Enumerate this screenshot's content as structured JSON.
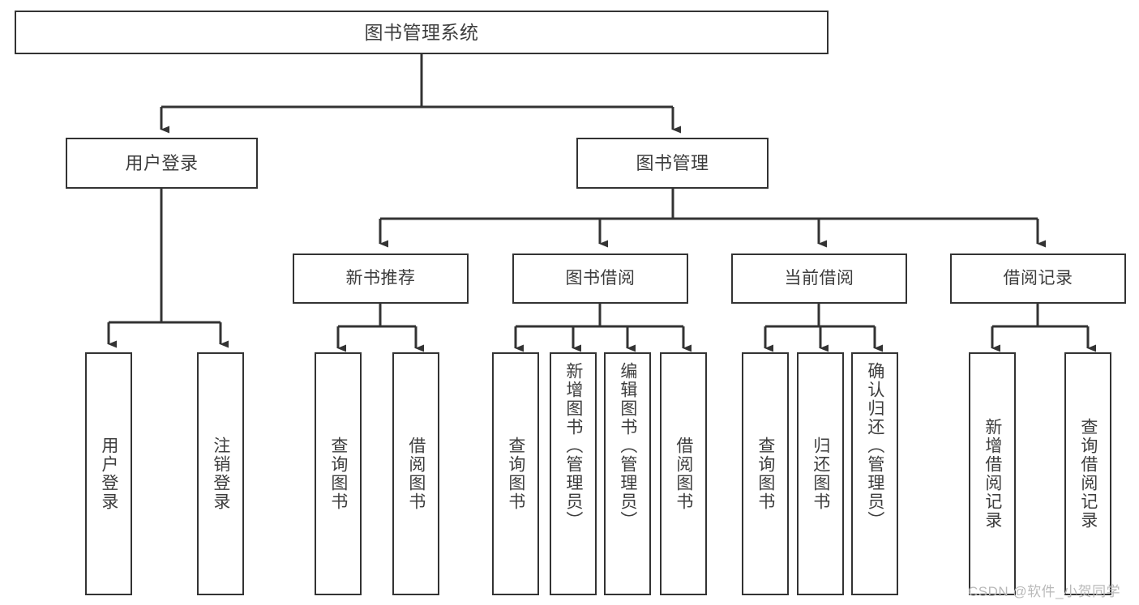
{
  "diagram": {
    "type": "tree-hierarchy",
    "title": "图书管理系统",
    "orientation": "top-down",
    "colors": {
      "node_border": "#333333",
      "node_fill": "#ffffff",
      "connector": "#333333",
      "label_text": "#3d3d3d",
      "watermark": "#b9b9b9",
      "background": "#ffffff"
    },
    "root": {
      "label": "图书管理系统"
    },
    "branches": [
      {
        "label": "用户登录"
      },
      {
        "label": "图书管理"
      }
    ],
    "groups": [
      {
        "label": "新书推荐"
      },
      {
        "label": "图书借阅"
      },
      {
        "label": "当前借阅"
      },
      {
        "label": "借阅记录"
      }
    ],
    "leaves": {
      "user_login": [
        {
          "label": "用户登录"
        },
        {
          "label": "注销登录"
        }
      ],
      "new_book_recommend": [
        {
          "label": "查询图书"
        },
        {
          "label": "借阅图书"
        }
      ],
      "book_borrow": [
        {
          "label": "查询图书"
        },
        {
          "label": "新增图书（管理员）"
        },
        {
          "label": "编辑图书（管理员）"
        },
        {
          "label": "借阅图书"
        }
      ],
      "current_borrow": [
        {
          "label": "查询图书"
        },
        {
          "label": "归还图书"
        },
        {
          "label": "确认归还（管理员）"
        }
      ],
      "borrow_record": [
        {
          "label": "新增借阅记录"
        },
        {
          "label": "查询借阅记录"
        }
      ]
    }
  },
  "watermark": {
    "text": "CSDN @软件_小贺同学"
  }
}
